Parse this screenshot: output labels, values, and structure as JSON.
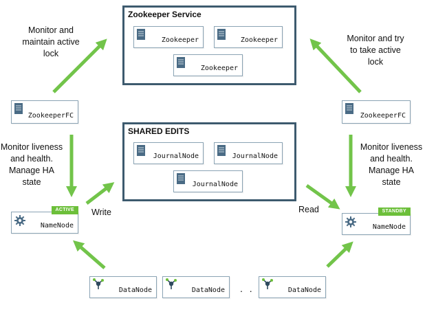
{
  "zookeeper_service": {
    "title": "Zookeeper Service",
    "nodes": [
      "Zookeeper",
      "Zookeeper",
      "Zookeeper"
    ]
  },
  "shared_edits": {
    "title": "SHARED EDITS",
    "nodes": [
      "JournalNode",
      "JournalNode",
      "JournalNode"
    ]
  },
  "left": {
    "zkfc_label": "ZookeeperFC",
    "namenode_label": "NameNode",
    "badge": "ACTIVE",
    "monitor_lock_text": "Monitor and\nmaintain active\nlock",
    "monitor_health_text": "Monitor liveness\nand health.\nManage HA\nstate"
  },
  "right": {
    "zkfc_label": "ZookeeperFC",
    "namenode_label": "NameNode",
    "badge": "STANDBY",
    "monitor_lock_text": "Monitor and try\nto take active\nlock",
    "monitor_health_text": "Monitor liveness\nand health.\nManage HA\nstate"
  },
  "write_label": "Write",
  "read_label": "Read",
  "datanodes": [
    "DataNode",
    "DataNode",
    "DataNode"
  ],
  "ellipsis": ". .",
  "colors": {
    "arrow": "#72c44a",
    "group_border": "#3d5a6e",
    "node_border": "#8aa3b4",
    "badge": "#6cbf3a",
    "server_icon": "#4a6b85",
    "datanode_icon": "#2f4a5e"
  },
  "icons": {
    "zookeeper": "server-icon",
    "journalnode": "server-icon",
    "zkfc": "server-icon",
    "namenode": "gear-icon",
    "datanode": "network-node-icon"
  }
}
